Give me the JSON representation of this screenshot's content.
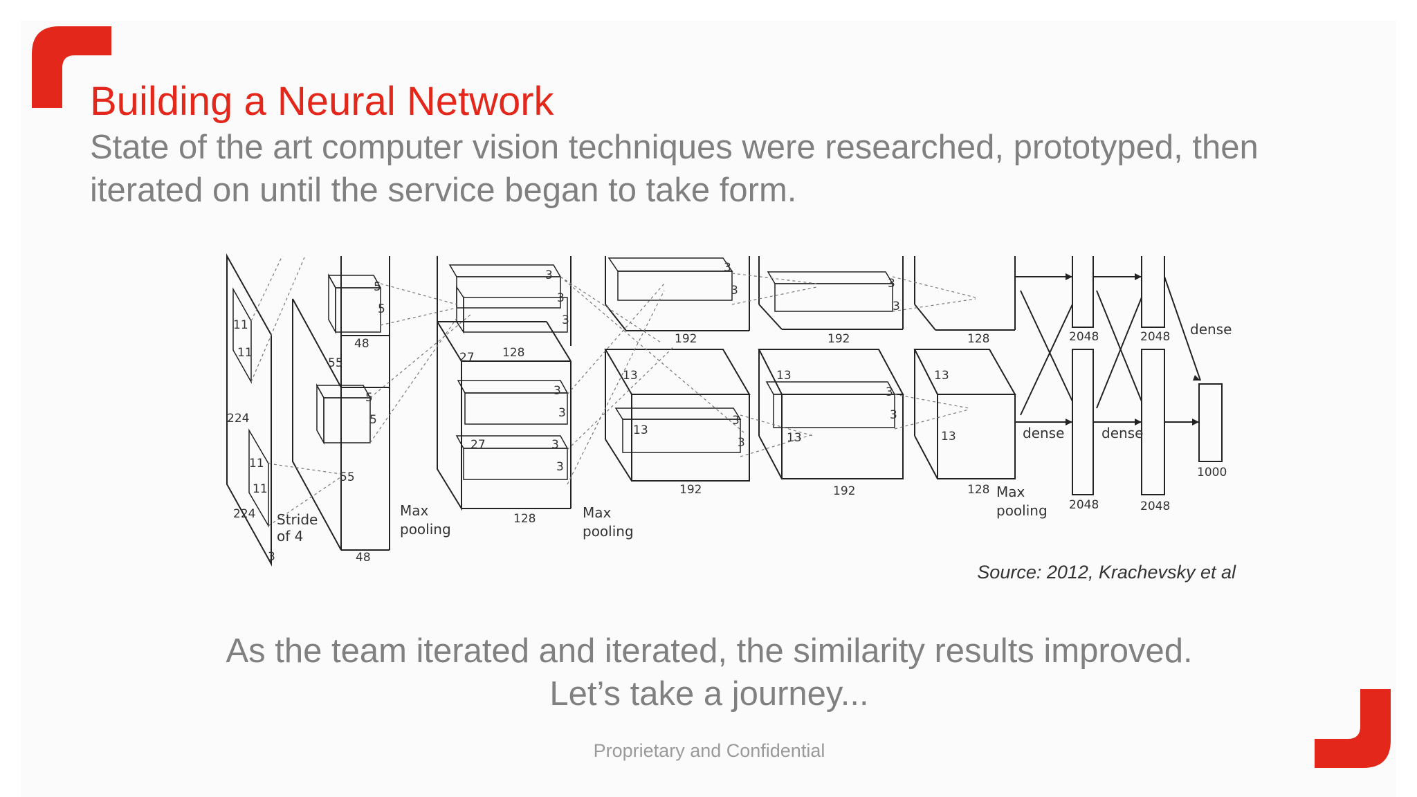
{
  "slide": {
    "title": "Building a Neural Network",
    "subtitle": "State of the art computer vision techniques were researched, prototyped, then iterated on until the service began to take form.",
    "source": "Source: 2012, Krachevsky et al",
    "closing_line1": "As the team iterated and iterated, the similarity results improved.",
    "closing_line2": "Let’s take a journey...",
    "footer": "Proprietary and Confidential"
  },
  "colors": {
    "accent": "#e4271b",
    "body_text": "#808080",
    "diagram_line": "#222222"
  },
  "icons": {
    "top_left": "corner-bracket-icon",
    "bottom_right": "corner-bracket-icon"
  },
  "diagram": {
    "input": {
      "height": "224",
      "width": "224",
      "depth": "3",
      "filter_a": "11",
      "filter_b": "11",
      "filter_c": "11",
      "filter_d": "11",
      "stride": "Stride",
      "stride_of": "of 4"
    },
    "conv1": {
      "size": "55",
      "size_b": "55",
      "depth": "48",
      "depth_b": "48",
      "k1": "5",
      "k2": "5",
      "k3": "5",
      "k4": "5",
      "pool": "Max",
      "pool2": "pooling"
    },
    "conv2": {
      "size": "27",
      "size_b": "27",
      "depth": "128",
      "depth_b": "128",
      "k": [
        "3",
        "3",
        "3",
        "3",
        "3",
        "3",
        "3"
      ],
      "pool": "Max",
      "pool2": "pooling"
    },
    "conv3": {
      "size": "13",
      "size_b": "13",
      "depth": "192",
      "depth_b": "192",
      "k": [
        "3",
        "3",
        "3",
        "3"
      ]
    },
    "conv4": {
      "size": "13",
      "size_b": "13",
      "depth": "192",
      "depth_b": "192",
      "k": [
        "3",
        "3",
        "3",
        "3"
      ]
    },
    "conv5": {
      "size": "13",
      "size_b": "13",
      "depth": "128",
      "depth_b": "128",
      "pool": "Max",
      "pool2": "pooling"
    },
    "fc": {
      "dense1": "dense",
      "dense2": "dense",
      "dense3": "dense",
      "n1": "2048",
      "n2": "2048",
      "n3": "2048",
      "n4": "2048",
      "out": "1000"
    }
  }
}
